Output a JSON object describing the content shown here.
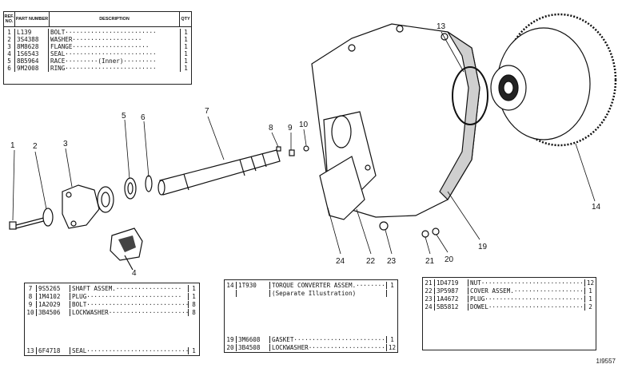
{
  "top_table": {
    "headers": {
      "ref": "REF. NO.",
      "part": "PART NUMBER",
      "desc": "DESCRIPTION",
      "qty": "QTY"
    },
    "rows": [
      {
        "ref": "1",
        "part": "L139",
        "desc": "BOLT·························",
        "qty": "1"
      },
      {
        "ref": "2",
        "part": "3S4388",
        "desc": "WASHER···················",
        "qty": "1"
      },
      {
        "ref": "3",
        "part": "8M8628",
        "desc": "FLANGE·····················",
        "qty": "1"
      },
      {
        "ref": "4",
        "part": "1S6543",
        "desc": "SEAL·························",
        "qty": "1"
      },
      {
        "ref": "5",
        "part": "8B5964",
        "desc": "RACE·········(Inner)·········",
        "qty": "1"
      },
      {
        "ref": "6",
        "part": "9M2008",
        "desc": "RING·························",
        "qty": "1"
      }
    ]
  },
  "parts_list_1": {
    "rows": [
      {
        "ref": "7",
        "part": "9S5265",
        "desc": "SHAFT ASSEM.··················",
        "qty": "1"
      },
      {
        "ref": "8",
        "part": "1M4102",
        "desc": "  PLUG··························",
        "qty": "1"
      },
      {
        "ref": "9",
        "part": "1A2029",
        "desc": "BOLT·····························",
        "qty": "8"
      },
      {
        "ref": "10",
        "part": "3B4506",
        "desc": "LOCKWASHER·······················",
        "qty": "8"
      },
      {
        "ref": "13",
        "part": "6F4718",
        "desc": "SEAL·····························",
        "qty": "1"
      }
    ]
  },
  "parts_list_2": {
    "rows": [
      {
        "ref": "14",
        "part": "1T930",
        "desc": "TORQUE CONVERTER ASSEM.················",
        "qty": "1"
      },
      {
        "ref": "",
        "part": "",
        "desc": "    (Separate Illustration)",
        "qty": ""
      },
      {
        "ref": "19",
        "part": "3M6608",
        "desc": "GASKET······························",
        "qty": "1"
      },
      {
        "ref": "20",
        "part": "3B4508",
        "desc": "LOCKWASHER··························",
        "qty": "12"
      }
    ]
  },
  "parts_list_3": {
    "rows": [
      {
        "ref": "21",
        "part": "1D4719",
        "desc": "NUT·······························",
        "qty": "12"
      },
      {
        "ref": "22",
        "part": "3P5987",
        "desc": "COVER ASSEM.·······················",
        "qty": "1"
      },
      {
        "ref": "23",
        "part": "1A4672",
        "desc": "  PLUG····························",
        "qty": "1"
      },
      {
        "ref": "24",
        "part": "5B5812",
        "desc": "  DOWEL···························",
        "qty": "2"
      }
    ]
  },
  "callouts": {
    "c1": "1",
    "c2": "2",
    "c3": "3",
    "c4": "4",
    "c5": "5",
    "c6": "6",
    "c7": "7",
    "c8": "8",
    "c9": "9",
    "c10": "10",
    "c13": "13",
    "c14": "14",
    "c19": "19",
    "c20": "20",
    "c21": "21",
    "c22": "22",
    "c23": "23",
    "c24": "24"
  },
  "illustration_number": "1I9557"
}
